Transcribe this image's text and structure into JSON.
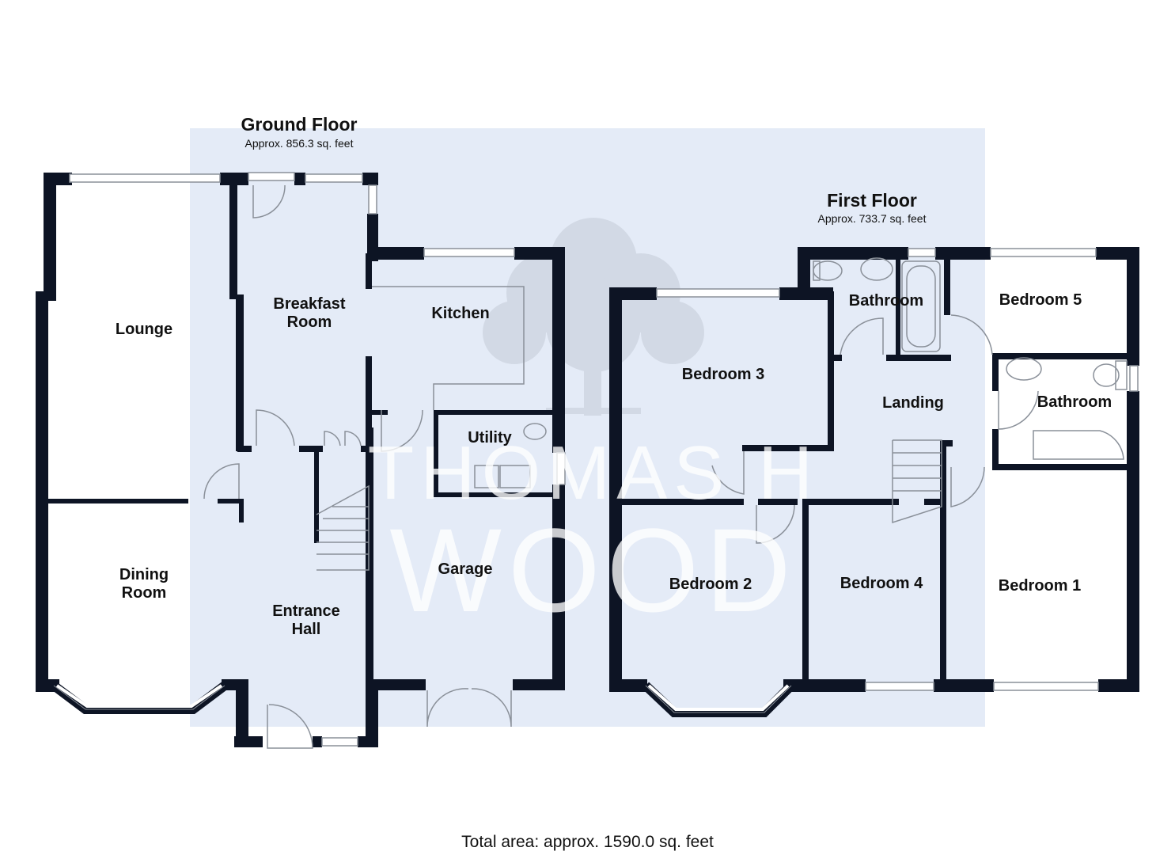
{
  "ground_floor": {
    "title": "Ground Floor",
    "area": "Approx. 856.3 sq. feet"
  },
  "first_floor": {
    "title": "First Floor",
    "area": "Approx. 733.7 sq. feet"
  },
  "rooms": {
    "lounge": "Lounge",
    "breakfast_1": "Breakfast",
    "breakfast_2": "Room",
    "kitchen": "Kitchen",
    "utility": "Utility",
    "garage": "Garage",
    "dining_1": "Dining",
    "dining_2": "Room",
    "entrance_1": "Entrance",
    "entrance_2": "Hall",
    "bedroom3": "Bedroom 3",
    "bathroom_top": "Bathroom",
    "bedroom5": "Bedroom 5",
    "landing": "Landing",
    "bathroom_right": "Bathroom",
    "bedroom2": "Bedroom 2",
    "bedroom4": "Bedroom 4",
    "bedroom1": "Bedroom 1"
  },
  "watermark": {
    "line1": "THOMAS H",
    "line2": "WOOD"
  },
  "total": "Total area: approx. 1590.0 sq. feet",
  "colors": {
    "wall": "#0d1424",
    "background_band": "#e4ebf7",
    "line": "#8a9099"
  }
}
